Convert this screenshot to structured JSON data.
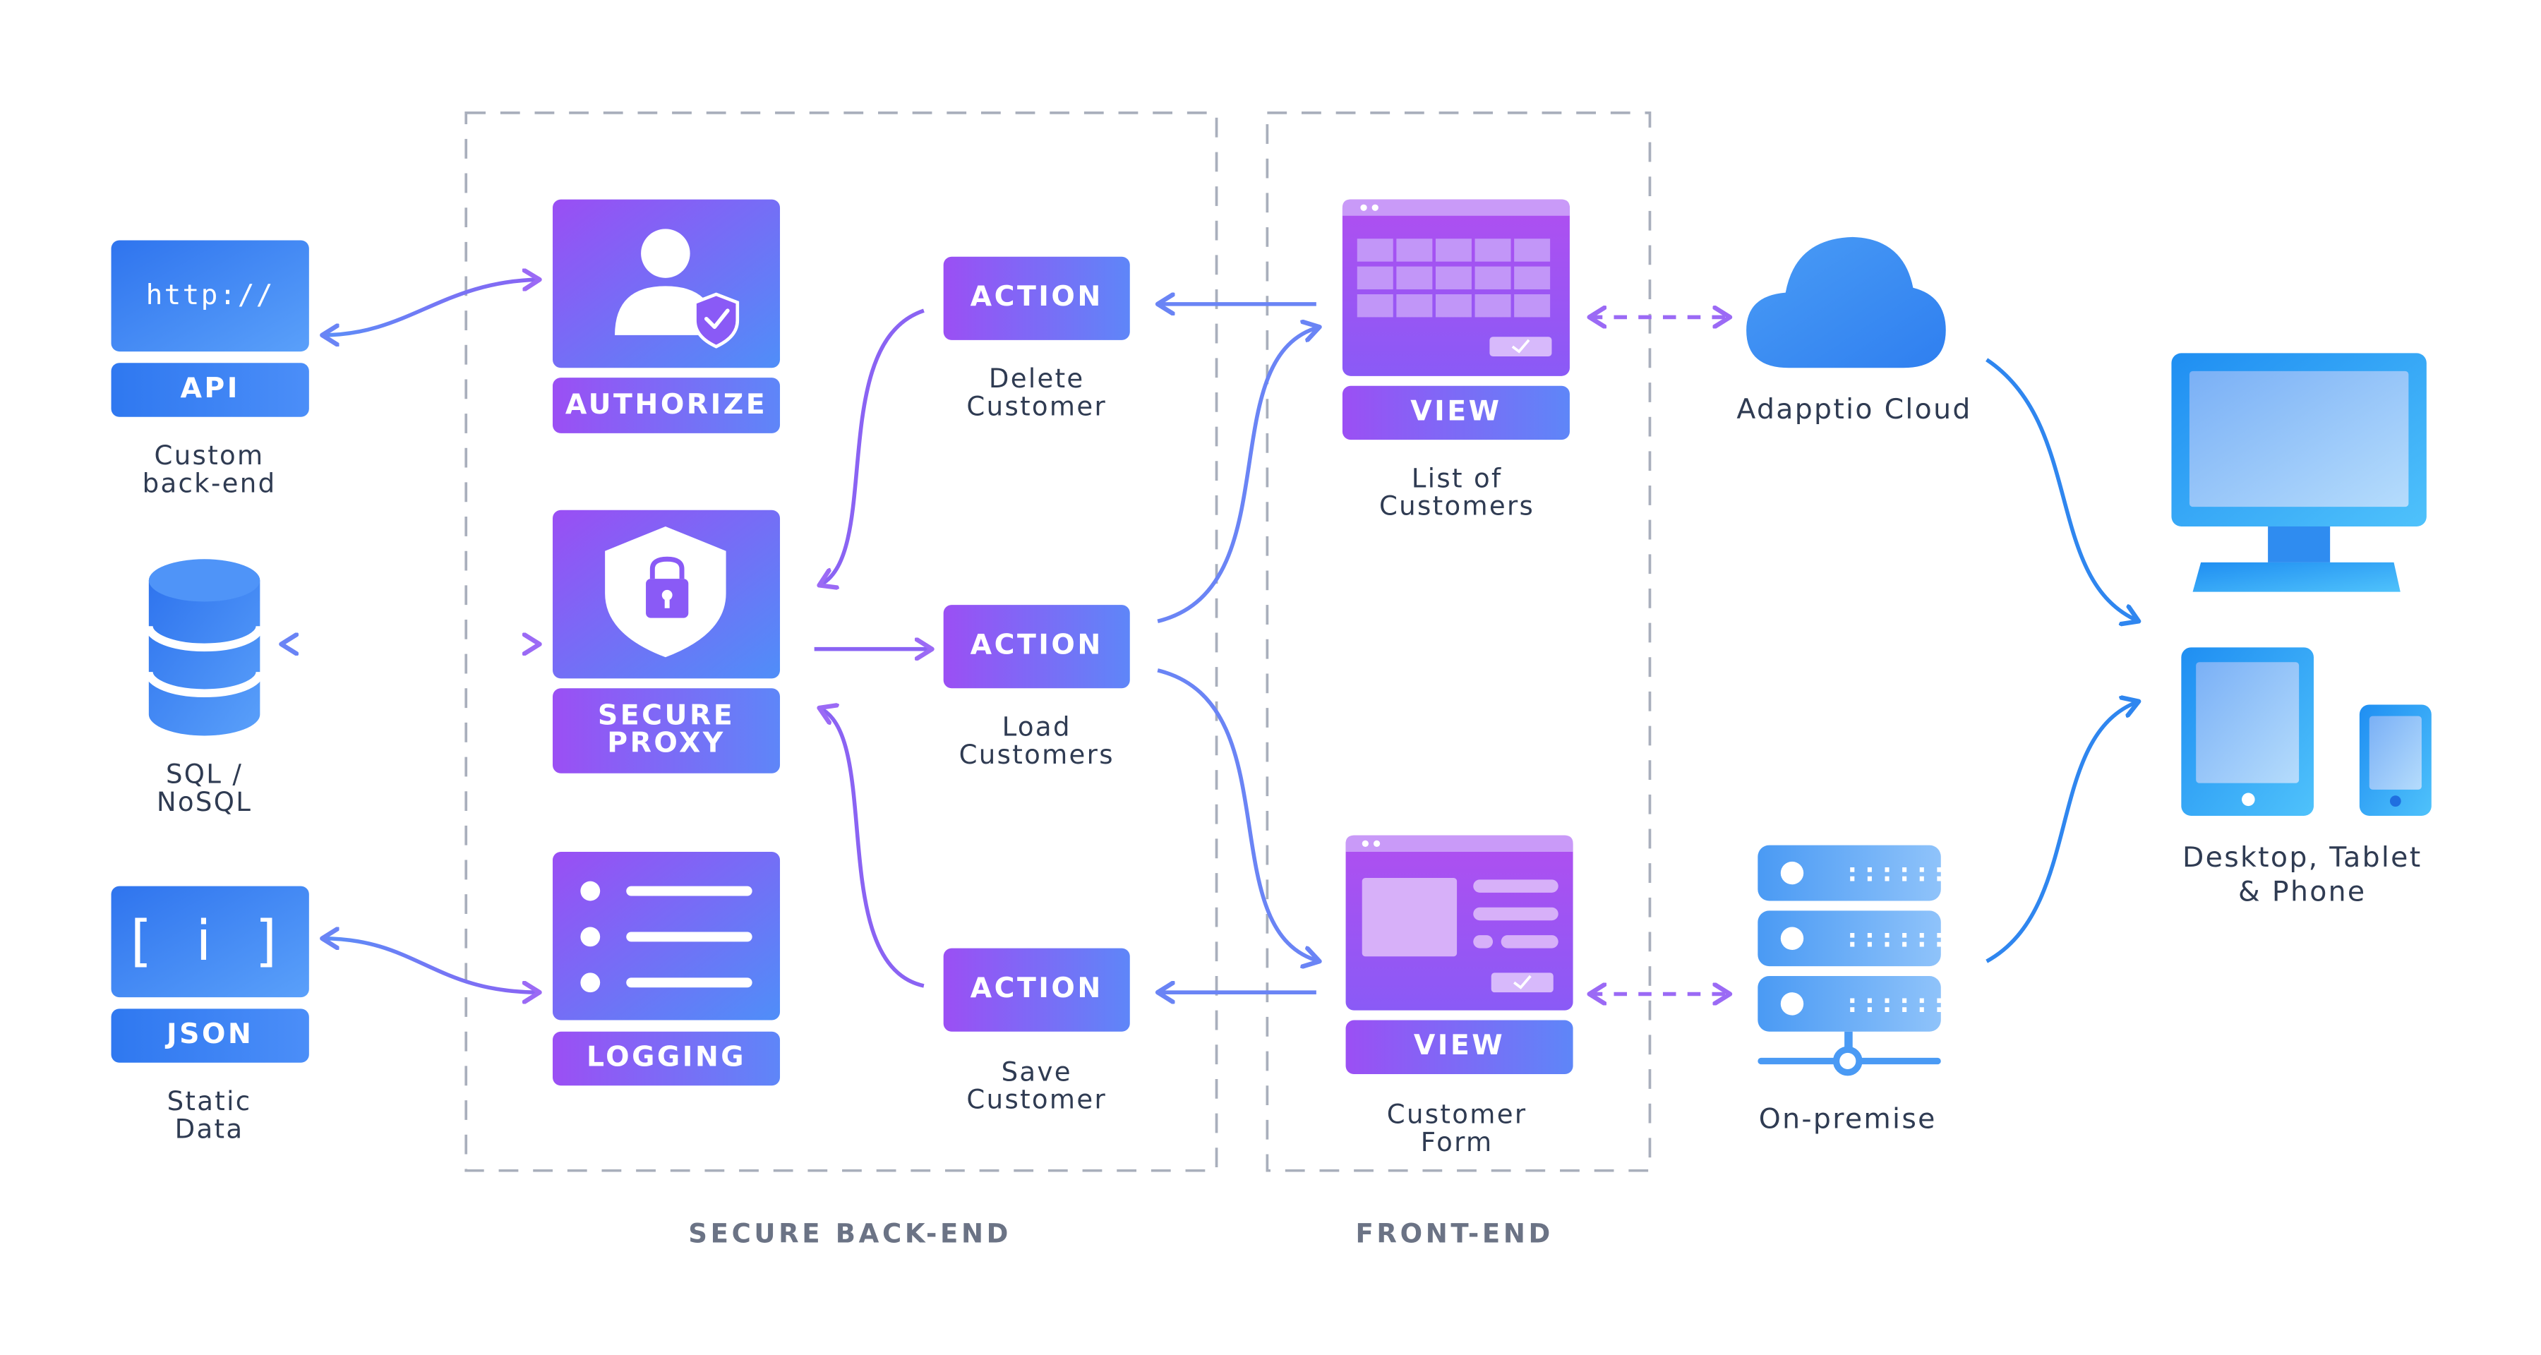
{
  "sections": {
    "backend": "SECURE BACK-END",
    "frontend": "FRONT-END"
  },
  "sources": {
    "api": {
      "box_text": "http://",
      "tag": "API",
      "caption": "Custom\nback-end"
    },
    "sql": {
      "caption": "SQL /\nNoSQL"
    },
    "json": {
      "box_text": "[ i ]",
      "tag": "JSON",
      "caption": "Static\nData"
    }
  },
  "backend": {
    "authorize": "AUTHORIZE",
    "proxy": "SECURE\nPROXY",
    "logging": "LOGGING"
  },
  "actions": [
    {
      "tag": "ACTION",
      "caption": "Delete\nCustomer"
    },
    {
      "tag": "ACTION",
      "caption": "Load\nCustomers"
    },
    {
      "tag": "ACTION",
      "caption": "Save\nCustomer"
    }
  ],
  "views": [
    {
      "tag": "VIEW",
      "caption": "List of\nCustomers"
    },
    {
      "tag": "VIEW",
      "caption": "Customer\nForm"
    }
  ],
  "deploy": {
    "cloud": "Adapptio Cloud",
    "onprem": "On-premise",
    "devices": "Desktop, Tablet\n& Phone"
  },
  "icons": [
    "user-shield-icon",
    "shield-lock-icon",
    "list-icon",
    "database-icon",
    "window-grid-icon",
    "window-form-icon",
    "cloud-icon",
    "server-icon",
    "monitor-icon",
    "tablet-icon",
    "phone-icon"
  ],
  "colors": {
    "blue": "#2f78f0",
    "purple": "#9b4ff4",
    "text": "#2f3b52",
    "section": "#6b7385",
    "dashed": "#a9afbc"
  }
}
